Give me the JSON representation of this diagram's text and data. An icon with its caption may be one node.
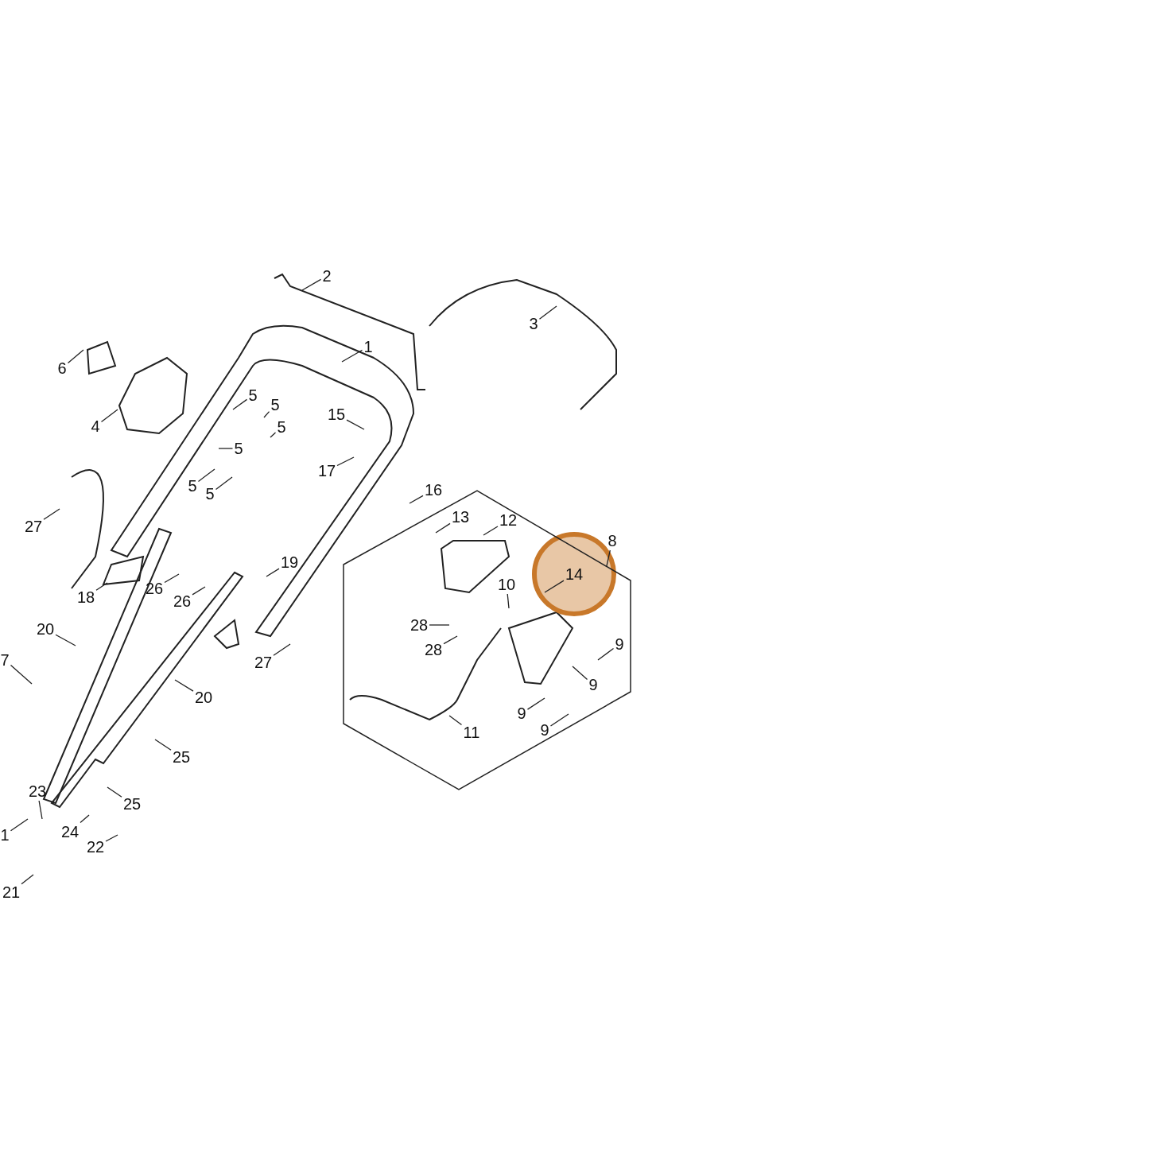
{
  "diagram": {
    "nodes": [
      {
        "text": [],
        "shape": "hexagon"
      },
      {
        "text": [
          "2"
        ]
      },
      {
        "text": [
          "3"
        ]
      },
      {
        "text": [
          "1"
        ]
      },
      {
        "text": [
          "6"
        ]
      },
      {
        "text": [
          "5"
        ]
      },
      {
        "text": [
          "5"
        ]
      },
      {
        "text": [
          "15"
        ]
      },
      {
        "text": [
          "4"
        ]
      },
      {
        "text": [
          "5"
        ]
      },
      {
        "text": [
          "5"
        ]
      },
      {
        "text": [
          "17"
        ]
      },
      {
        "text": [
          "5"
        ]
      },
      {
        "text": [
          "16"
        ]
      },
      {
        "text": [
          "5"
        ]
      },
      {
        "text": [
          "13"
        ],
        "in": 0
      },
      {
        "text": [
          "12"
        ],
        "in": 0
      },
      {
        "text": [
          "27"
        ]
      },
      {
        "text": [
          "8"
        ]
      },
      {
        "text": [
          "19"
        ]
      },
      {
        "text": [
          "14"
        ],
        "in": 0
      },
      {
        "text": [
          "10"
        ],
        "in": 0
      },
      {
        "text": [
          "26"
        ]
      },
      {
        "text": [
          "18"
        ]
      },
      {
        "text": [
          "26"
        ]
      },
      {
        "text": [
          "28"
        ],
        "in": 0
      },
      {
        "text": [
          "20"
        ]
      },
      {
        "text": [
          "9"
        ],
        "in": 0
      },
      {
        "text": [
          "28"
        ],
        "in": 0
      },
      {
        "text": [
          "7"
        ]
      },
      {
        "text": [
          "27"
        ]
      },
      {
        "text": [
          "9"
        ],
        "in": 0
      },
      {
        "text": [
          "20"
        ]
      },
      {
        "text": [
          "9"
        ],
        "in": 0
      },
      {
        "text": [
          "9"
        ],
        "in": 0
      },
      {
        "text": [
          "11"
        ],
        "in": 0
      },
      {
        "text": [
          "25"
        ]
      },
      {
        "text": [
          "23"
        ]
      },
      {
        "text": [
          "25"
        ]
      },
      {
        "text": [
          "24"
        ]
      },
      {
        "text": [
          "1"
        ]
      },
      {
        "text": [
          "22"
        ]
      },
      {
        "text": [
          "21"
        ]
      }
    ],
    "edges": [
      {
        "from": 1,
        "to": null,
        "arrow": "none"
      },
      {
        "from": 2,
        "to": null,
        "arrow": "none"
      },
      {
        "from": 3,
        "to": null,
        "arrow": "none"
      },
      {
        "from": 4,
        "to": null,
        "arrow": "none"
      },
      {
        "from": 5,
        "to": null,
        "arrow": "none"
      },
      {
        "from": 6,
        "to": null,
        "arrow": "none"
      },
      {
        "from": 7,
        "to": null,
        "arrow": "none"
      },
      {
        "from": 8,
        "to": null,
        "arrow": "none"
      },
      {
        "from": 9,
        "to": null,
        "arrow": "none"
      },
      {
        "from": 10,
        "to": null,
        "arrow": "none"
      },
      {
        "from": 11,
        "to": null,
        "arrow": "none"
      },
      {
        "from": 12,
        "to": null,
        "arrow": "none"
      },
      {
        "from": 13,
        "to": null,
        "arrow": "none"
      },
      {
        "from": 14,
        "to": null,
        "arrow": "none"
      },
      {
        "from": 15,
        "to": null,
        "arrow": "none"
      },
      {
        "from": 16,
        "to": null,
        "arrow": "none"
      },
      {
        "from": 17,
        "to": null,
        "arrow": "none"
      },
      {
        "from": 18,
        "to": 0,
        "arrow": "none"
      },
      {
        "from": 19,
        "to": null,
        "arrow": "none"
      },
      {
        "from": 20,
        "to": null,
        "arrow": "none"
      },
      {
        "from": 21,
        "to": null,
        "arrow": "none"
      },
      {
        "from": 22,
        "to": null,
        "arrow": "none"
      },
      {
        "from": 23,
        "to": null,
        "arrow": "none"
      },
      {
        "from": 24,
        "to": null,
        "arrow": "none"
      },
      {
        "from": 25,
        "to": null,
        "arrow": "none"
      },
      {
        "from": 26,
        "to": null,
        "arrow": "none"
      },
      {
        "from": 27,
        "to": null,
        "arrow": "none"
      },
      {
        "from": 28,
        "to": null,
        "arrow": "none"
      },
      {
        "from": 29,
        "to": null,
        "arrow": "none"
      },
      {
        "from": 30,
        "to": null,
        "arrow": "none"
      },
      {
        "from": 31,
        "to": null,
        "arrow": "none"
      },
      {
        "from": 32,
        "to": null,
        "arrow": "none"
      },
      {
        "from": 33,
        "to": null,
        "arrow": "none"
      },
      {
        "from": 34,
        "to": null,
        "arrow": "none"
      },
      {
        "from": 35,
        "to": null,
        "arrow": "none"
      },
      {
        "from": 36,
        "to": null,
        "arrow": "none"
      },
      {
        "from": 37,
        "to": null,
        "arrow": "none"
      },
      {
        "from": 38,
        "to": null,
        "arrow": "none"
      },
      {
        "from": 39,
        "to": null,
        "arrow": "none"
      },
      {
        "from": 40,
        "to": null,
        "arrow": "none"
      },
      {
        "from": 41,
        "to": null,
        "arrow": "none"
      },
      {
        "from": 42,
        "to": null,
        "arrow": "none"
      }
    ]
  }
}
